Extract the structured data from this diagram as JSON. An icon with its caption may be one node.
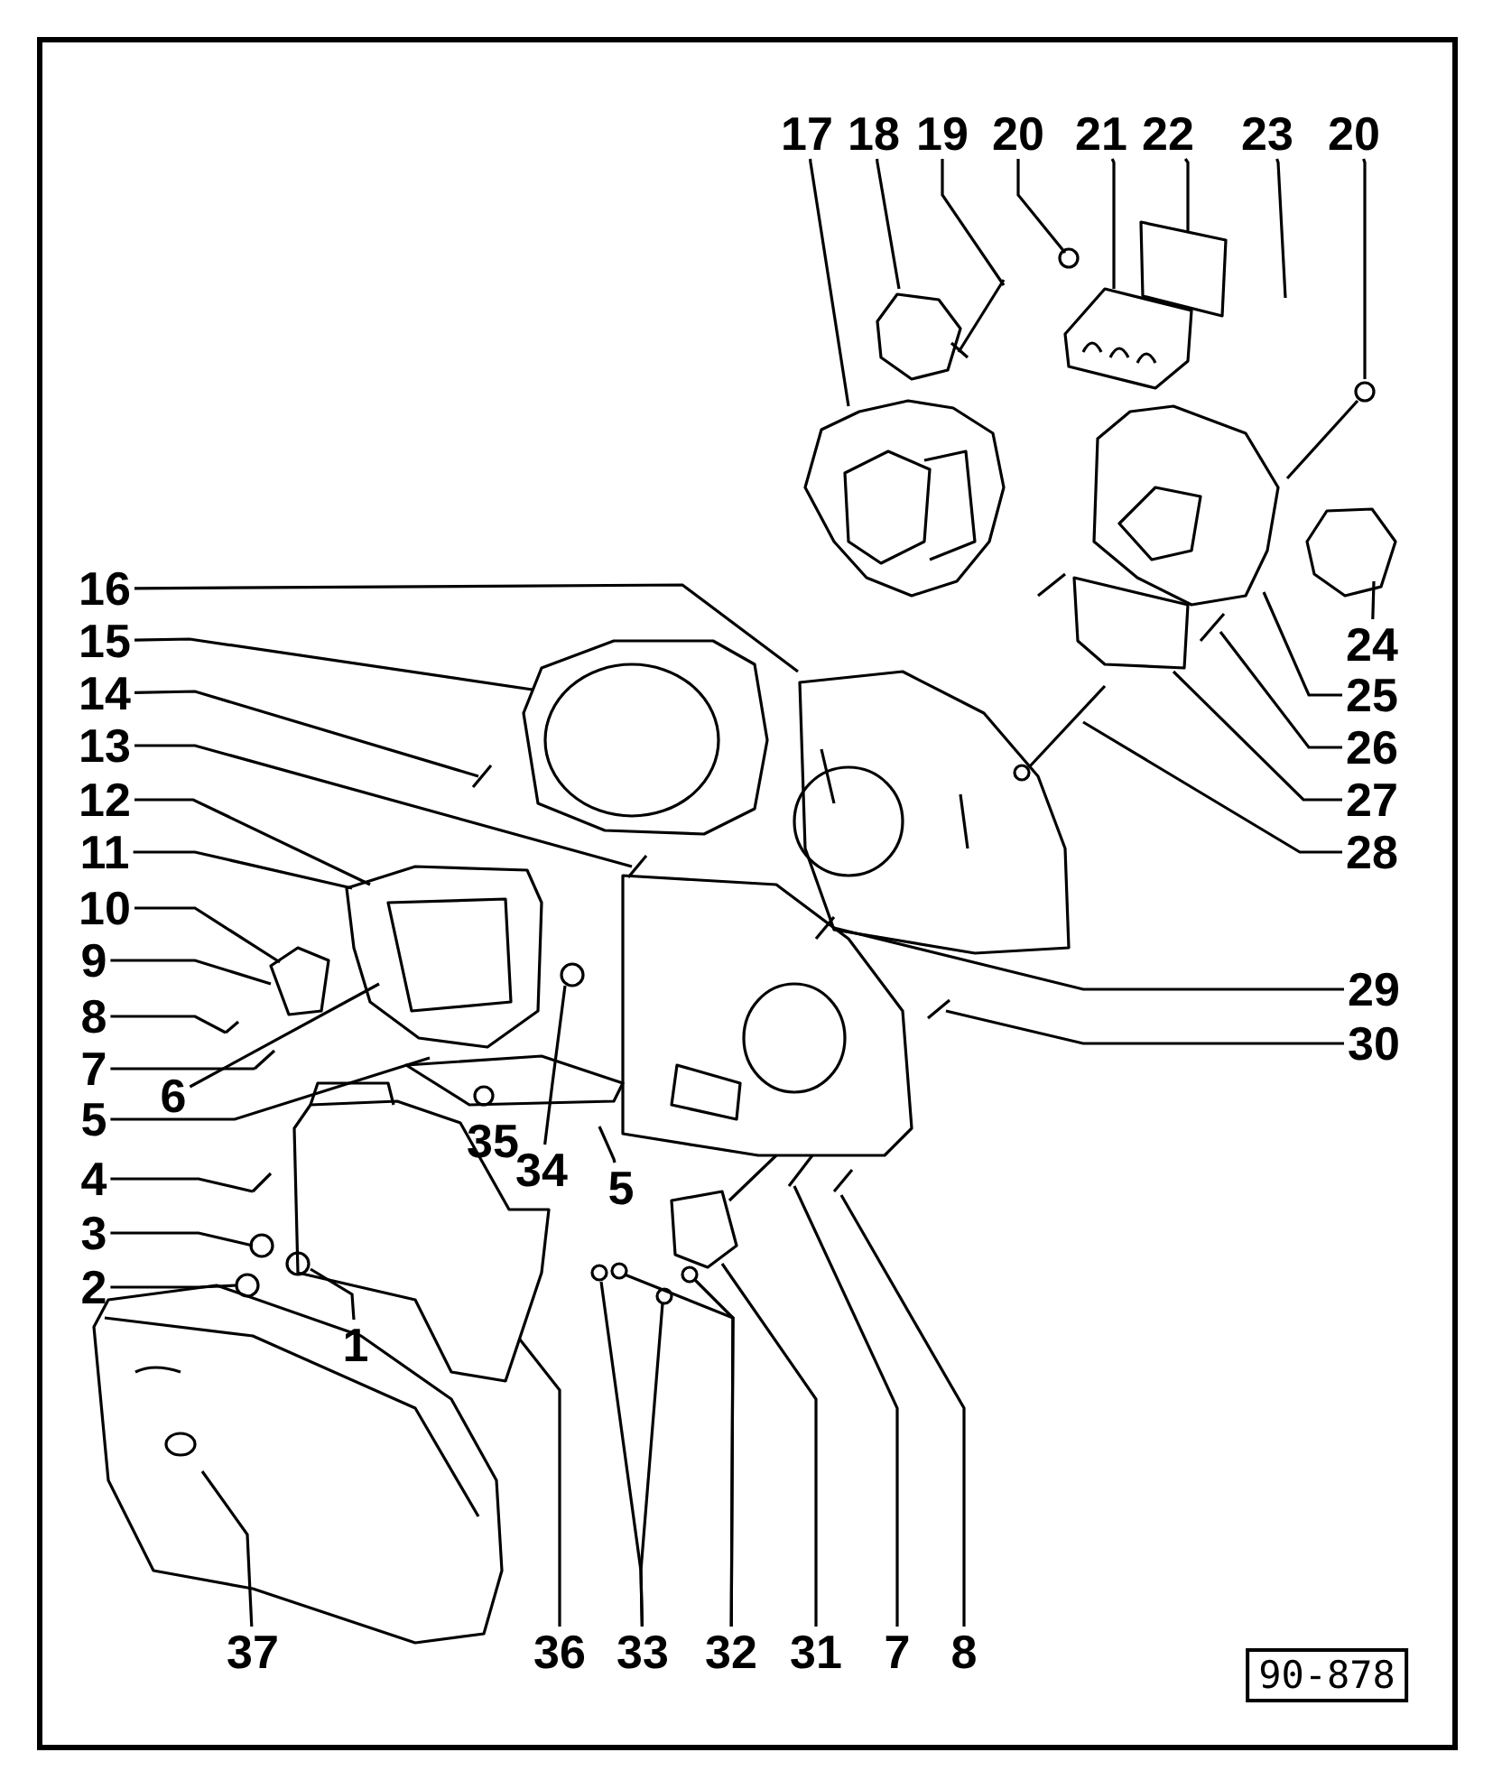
{
  "diagram": {
    "nodes": [
      {
        "text": [
          "17"
        ]
      },
      {
        "text": [
          "18"
        ]
      },
      {
        "text": [
          "19"
        ]
      },
      {
        "text": [
          "20"
        ]
      },
      {
        "text": [
          "21"
        ]
      },
      {
        "text": [
          "22"
        ]
      },
      {
        "text": [
          "23"
        ]
      },
      {
        "text": [
          "20"
        ]
      },
      {
        "text": [
          "16"
        ]
      },
      {
        "text": [
          "15"
        ]
      },
      {
        "text": [
          "14"
        ]
      },
      {
        "text": [
          "13"
        ]
      },
      {
        "text": [
          "12"
        ]
      },
      {
        "text": [
          "11"
        ]
      },
      {
        "text": [
          "10"
        ]
      },
      {
        "text": [
          "9"
        ]
      },
      {
        "text": [
          "8"
        ]
      },
      {
        "text": [
          "7"
        ]
      },
      {
        "text": [
          "6"
        ]
      },
      {
        "text": [
          "5"
        ]
      },
      {
        "text": [
          "4"
        ]
      },
      {
        "text": [
          "3"
        ]
      },
      {
        "text": [
          "2"
        ]
      },
      {
        "text": [
          "1"
        ]
      },
      {
        "text": [
          "34"
        ]
      },
      {
        "text": [
          "5"
        ]
      },
      {
        "text": [
          "24"
        ]
      },
      {
        "text": [
          "25"
        ]
      },
      {
        "text": [
          "26"
        ]
      },
      {
        "text": [
          "27"
        ]
      },
      {
        "text": [
          "28"
        ]
      },
      {
        "text": [
          "29"
        ]
      },
      {
        "text": [
          "30"
        ]
      },
      {
        "text": [
          "37"
        ]
      },
      {
        "text": [
          "36"
        ]
      },
      {
        "text": [
          "33"
        ]
      },
      {
        "text": [
          "32"
        ]
      },
      {
        "text": [
          "31"
        ]
      },
      {
        "text": [
          "7"
        ]
      },
      {
        "text": [
          "8"
        ]
      },
      {
        "text": [
          "90-878"
        ]
      }
    ],
    "edges": [
      {
        "from": 0,
        "to": null,
        "arrow": "none"
      },
      {
        "from": 1,
        "to": null,
        "arrow": "none"
      },
      {
        "from": 2,
        "to": null,
        "arrow": "none"
      },
      {
        "from": 3,
        "to": null,
        "arrow": "none"
      },
      {
        "from": 4,
        "to": null,
        "arrow": "none"
      },
      {
        "from": 5,
        "to": null,
        "arrow": "none"
      },
      {
        "from": 6,
        "to": null,
        "arrow": "none"
      },
      {
        "from": 7,
        "to": null,
        "arrow": "none"
      },
      {
        "from": 8,
        "to": null,
        "arrow": "none"
      },
      {
        "from": 9,
        "to": null,
        "arrow": "none"
      },
      {
        "from": 10,
        "to": null,
        "arrow": "none"
      },
      {
        "from": 11,
        "to": null,
        "arrow": "none"
      },
      {
        "from": 12,
        "to": null,
        "arrow": "none"
      },
      {
        "from": 13,
        "to": null,
        "arrow": "none"
      },
      {
        "from": 14,
        "to": null,
        "arrow": "none"
      },
      {
        "from": 15,
        "to": null,
        "arrow": "none"
      },
      {
        "from": 16,
        "to": null,
        "arrow": "none"
      },
      {
        "from": 17,
        "to": null,
        "arrow": "none"
      },
      {
        "from": 18,
        "to": null,
        "arrow": "none"
      },
      {
        "from": 19,
        "to": null,
        "arrow": "none"
      },
      {
        "from": 20,
        "to": null,
        "arrow": "none"
      },
      {
        "from": 21,
        "to": null,
        "arrow": "none"
      },
      {
        "from": 22,
        "to": null,
        "arrow": "none"
      },
      {
        "from": 23,
        "to": null,
        "arrow": "none"
      },
      {
        "from": 24,
        "to": null,
        "arrow": "none"
      },
      {
        "from": 25,
        "to": null,
        "arrow": "none"
      },
      {
        "from": 26,
        "to": null,
        "arrow": "none"
      },
      {
        "from": 27,
        "to": null,
        "arrow": "none"
      },
      {
        "from": 28,
        "to": null,
        "arrow": "none"
      },
      {
        "from": 29,
        "to": null,
        "arrow": "none"
      },
      {
        "from": 30,
        "to": null,
        "arrow": "none"
      },
      {
        "from": 31,
        "to": null,
        "arrow": "none"
      },
      {
        "from": 32,
        "to": null,
        "arrow": "none"
      },
      {
        "from": 33,
        "to": null,
        "arrow": "none"
      },
      {
        "from": 34,
        "to": null,
        "arrow": "none"
      },
      {
        "from": 35,
        "to": null,
        "arrow": "none"
      },
      {
        "from": 35,
        "to": null,
        "arrow": "none"
      },
      {
        "from": 36,
        "to": null,
        "arrow": "none"
      },
      {
        "from": 36,
        "to": null,
        "arrow": "none"
      },
      {
        "from": 37,
        "to": null,
        "arrow": "none"
      },
      {
        "from": 38,
        "to": null,
        "arrow": "none"
      },
      {
        "from": 39,
        "to": null,
        "arrow": "none"
      }
    ],
    "labels": [
      "35"
    ]
  }
}
